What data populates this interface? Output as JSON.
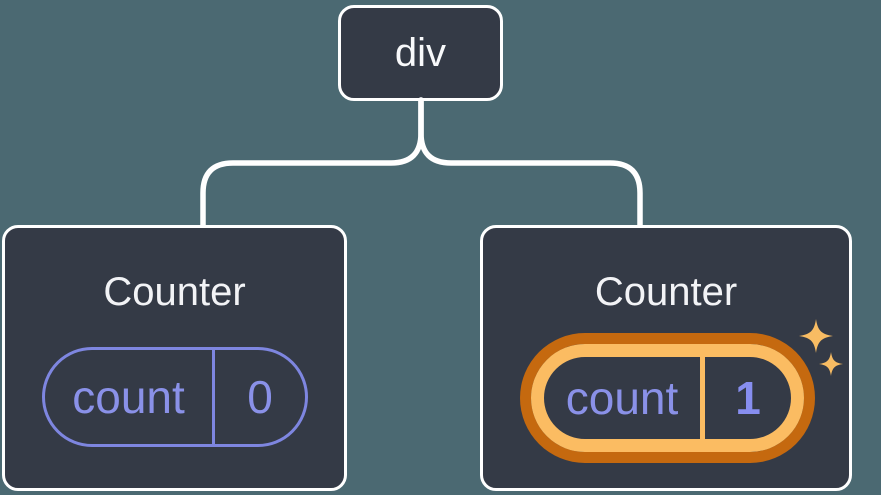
{
  "diagram": {
    "name": "react-component-tree",
    "background_color": "#4b6972",
    "node_color": "#343a46",
    "node_border_color": "#ffffff",
    "connector_color": "#ffffff",
    "root": {
      "label": "div"
    },
    "children": [
      {
        "title": "Counter",
        "state": {
          "key": "count",
          "value": "0"
        },
        "highlighted": false
      },
      {
        "title": "Counter",
        "state": {
          "key": "count",
          "value": "1"
        },
        "highlighted": true
      }
    ],
    "colors": {
      "state_text_purple": "#8a91e8",
      "state_border_purple": "#7e86e0",
      "highlight_ring_inner": "#fbbc62",
      "highlight_ring_outer": "#c5690f",
      "sparkle_orange": "#f8bc63",
      "title_text": "#f2f3f6"
    },
    "icons": {
      "sparkles": "sparkles-icon"
    }
  }
}
